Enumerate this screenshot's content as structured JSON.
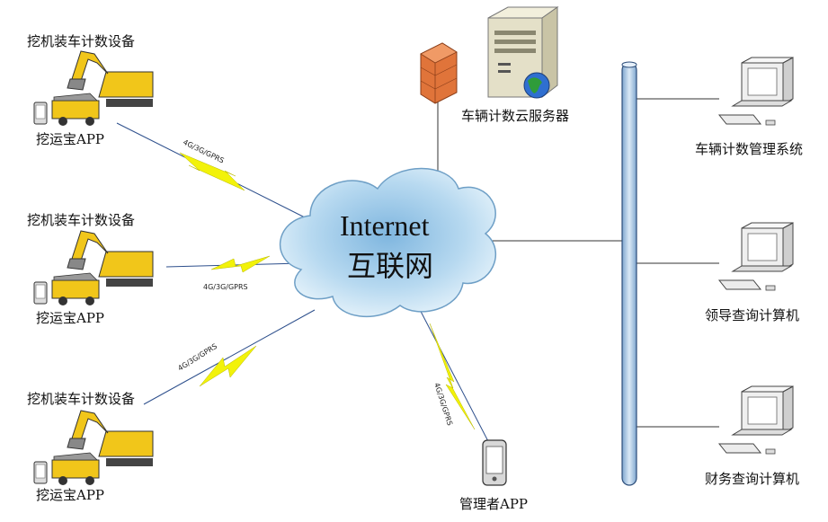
{
  "cloud": {
    "line1": "Internet",
    "line2": "互联网"
  },
  "server": {
    "label": "车辆计数云服务器"
  },
  "devices": [
    {
      "title": "挖机装车计数设备",
      "app": "挖运宝APP",
      "link": "4G/3G/GPRS"
    },
    {
      "title": "挖机装车计数设备",
      "app": "挖运宝APP",
      "link": "4G/3G/GPRS"
    },
    {
      "title": "挖机装车计数设备",
      "app": "挖运宝APP",
      "link": "4G/3G/GPRS"
    }
  ],
  "manager": {
    "label": "管理者APP",
    "link": "4G/3G/GPRS"
  },
  "computers": [
    {
      "label": "车辆计数管理系统"
    },
    {
      "label": "领导查询计算机"
    },
    {
      "label": "财务查询计算机"
    }
  ],
  "colors": {
    "cloud": "#8fc3e6",
    "bus": "#b8d2ea",
    "lightning": "#f2f20a",
    "link": "#2d4f8c"
  }
}
